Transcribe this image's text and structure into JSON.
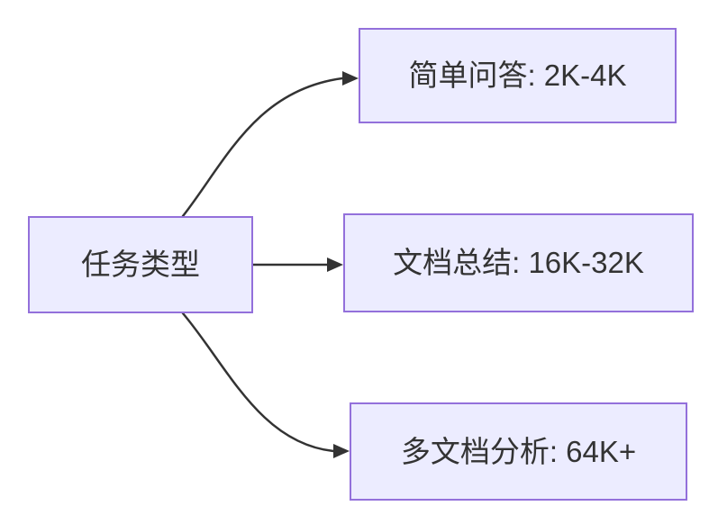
{
  "diagram": {
    "type": "flowchart-left-to-right",
    "root": {
      "label": "任务类型"
    },
    "branches": [
      {
        "label": "简单问答: 2K-4K"
      },
      {
        "label": "文档总结: 16K-32K"
      },
      {
        "label": "多文档分析: 64K+"
      }
    ],
    "colors": {
      "node_fill": "#ECECFF",
      "node_border": "#9370DB",
      "edge": "#333333",
      "text": "#333333",
      "background": "#ffffff"
    }
  }
}
